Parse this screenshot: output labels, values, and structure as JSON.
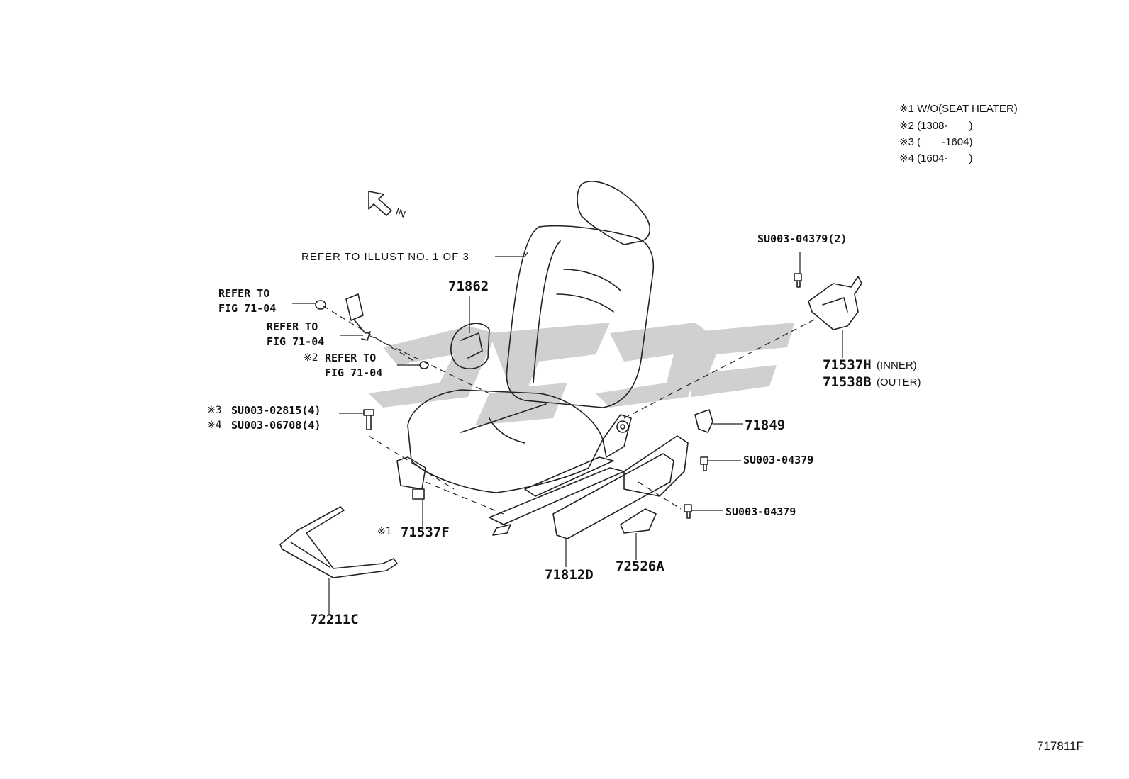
{
  "notes": [
    {
      "mark": "※1",
      "text": "W/O(SEAT HEATER)"
    },
    {
      "mark": "※2",
      "text": "(1308-　　)"
    },
    {
      "mark": "※3",
      "text": "(　　-1604)"
    },
    {
      "mark": "※4",
      "text": "(1604-　　)"
    }
  ],
  "direction": {
    "text": "IN"
  },
  "refer_illust": "REFER TO ILLUST NO. 1 OF 3",
  "refer_fig": {
    "a_line1": "REFER TO",
    "a_line2": "FIG 71-04",
    "b_line1": "REFER TO",
    "b_line2": "FIG 71-04",
    "c_mark": "※2",
    "c_line1": "REFER TO",
    "c_line2": "FIG 71-04"
  },
  "parts": {
    "p71862": "71862",
    "bolt_a_mark": "※3",
    "bolt_a": "SU003-02815(4)",
    "bolt_b_mark": "※4",
    "bolt_b": "SU003-06708(4)",
    "p71537f_mark": "※1",
    "p71537f": "71537F",
    "p72211c": "72211C",
    "p71812d": "71812D",
    "p72526a": "72526A",
    "p71849": "71849",
    "screw1": "SU003-04379",
    "screw2": "SU003-04379",
    "screw_top": "SU003-04379(2)",
    "p71537h": "71537H",
    "p71537h_note": "(INNER)",
    "p71538b": "71538B",
    "p71538b_note": "(OUTER)"
  },
  "figure_code": "717811F",
  "colors": {
    "line": "#222222",
    "watermark": "#c8c8c8",
    "text": "#111111"
  }
}
